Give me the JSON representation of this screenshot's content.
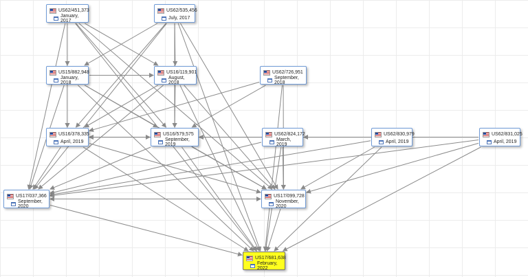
{
  "nodes": [
    {
      "id": "n1",
      "patent": "US62/451,373",
      "date": "January, 2017"
    },
    {
      "id": "n2",
      "patent": "US62/535,456",
      "date": "July, 2017"
    },
    {
      "id": "n3",
      "patent": "US15/882,948",
      "date": "January, 2018"
    },
    {
      "id": "n4",
      "patent": "US16/119,901",
      "date": "August, 2018"
    },
    {
      "id": "n5",
      "patent": "US62/726,951",
      "date": "September, 2018"
    },
    {
      "id": "n6",
      "patent": "US16/378,335",
      "date": "April, 2019"
    },
    {
      "id": "n7",
      "patent": "US16/579,575",
      "date": "September, 2019"
    },
    {
      "id": "n8",
      "patent": "US62/824,172",
      "date": "March, 2019"
    },
    {
      "id": "n9",
      "patent": "US62/830,979",
      "date": "April, 2019"
    },
    {
      "id": "n10",
      "patent": "US62/831,025",
      "date": "April, 2019"
    },
    {
      "id": "n11",
      "patent": "US17/037,366",
      "date": "September, 2020"
    },
    {
      "id": "n12",
      "patent": "US17/099,728",
      "date": "November, 2020"
    },
    {
      "id": "n13",
      "patent": "US17/681,638",
      "date": "February, 2022",
      "highlight": true
    }
  ],
  "edges": [
    [
      "n1",
      "n3"
    ],
    [
      "n1",
      "n4"
    ],
    [
      "n1",
      "n6"
    ],
    [
      "n1",
      "n7"
    ],
    [
      "n1",
      "n11"
    ],
    [
      "n1",
      "n12"
    ],
    [
      "n1",
      "n13"
    ],
    [
      "n2",
      "n4"
    ],
    [
      "n2",
      "n3"
    ],
    [
      "n2",
      "n6"
    ],
    [
      "n2",
      "n7"
    ],
    [
      "n2",
      "n11"
    ],
    [
      "n2",
      "n12"
    ],
    [
      "n2",
      "n13"
    ],
    [
      "n3",
      "n4"
    ],
    [
      "n3",
      "n6"
    ],
    [
      "n3",
      "n7"
    ],
    [
      "n3",
      "n11"
    ],
    [
      "n3",
      "n12"
    ],
    [
      "n3",
      "n13"
    ],
    [
      "n4",
      "n6"
    ],
    [
      "n4",
      "n7"
    ],
    [
      "n4",
      "n11"
    ],
    [
      "n4",
      "n12"
    ],
    [
      "n4",
      "n13"
    ],
    [
      "n5",
      "n6"
    ],
    [
      "n5",
      "n7"
    ],
    [
      "n5",
      "n12"
    ],
    [
      "n5",
      "n13"
    ],
    [
      "n6",
      "n7"
    ],
    [
      "n6",
      "n11"
    ],
    [
      "n6",
      "n12"
    ],
    [
      "n6",
      "n13"
    ],
    [
      "n7",
      "n6"
    ],
    [
      "n7",
      "n11"
    ],
    [
      "n7",
      "n12"
    ],
    [
      "n7",
      "n13"
    ],
    [
      "n8",
      "n7"
    ],
    [
      "n8",
      "n6"
    ],
    [
      "n8",
      "n11"
    ],
    [
      "n8",
      "n12"
    ],
    [
      "n8",
      "n13"
    ],
    [
      "n9",
      "n7"
    ],
    [
      "n9",
      "n11"
    ],
    [
      "n9",
      "n12"
    ],
    [
      "n9",
      "n13"
    ],
    [
      "n10",
      "n8"
    ],
    [
      "n10",
      "n11"
    ],
    [
      "n10",
      "n12"
    ],
    [
      "n10",
      "n13"
    ],
    [
      "n11",
      "n12"
    ],
    [
      "n11",
      "n13"
    ],
    [
      "n12",
      "n11"
    ],
    [
      "n12",
      "n13"
    ]
  ]
}
